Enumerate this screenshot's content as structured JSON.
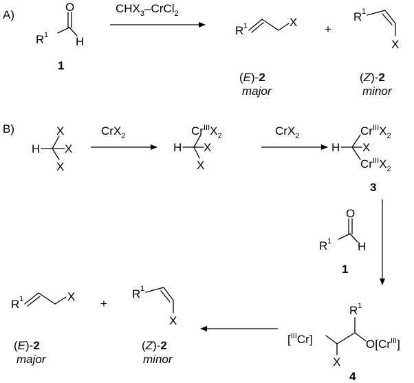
{
  "sections": {
    "a": "A)",
    "b": "B)"
  },
  "reagents": {
    "a_arrow": {
      "main": "CHX",
      "sub1": "3",
      "mid": "–CrCl",
      "sub2": "2"
    },
    "b_arrow1": {
      "main": "CrX",
      "sub": "2"
    },
    "b_arrow2": {
      "main": "CrX",
      "sub": "2"
    }
  },
  "atoms": {
    "R": "R",
    "one": "1",
    "H": "H",
    "O": "O",
    "X": "X",
    "Cr": "Cr",
    "III": "III",
    "two_sub": "2",
    "bracket_open": "[",
    "bracket_close": "]",
    "O_bracket": "O[Cr",
    "plus": "+",
    "minus_H": "H–"
  },
  "compounds": {
    "c1": "1",
    "c2": "2",
    "c3": "3",
    "c4": "4",
    "E_prefix": "(E)-",
    "Z_prefix": "(Z)-",
    "E_paren_open": "(",
    "E_letter": "E",
    "Z_letter": "Z",
    "paren_close_dash": ")-"
  },
  "descriptors": {
    "major": "major",
    "minor": "minor"
  }
}
